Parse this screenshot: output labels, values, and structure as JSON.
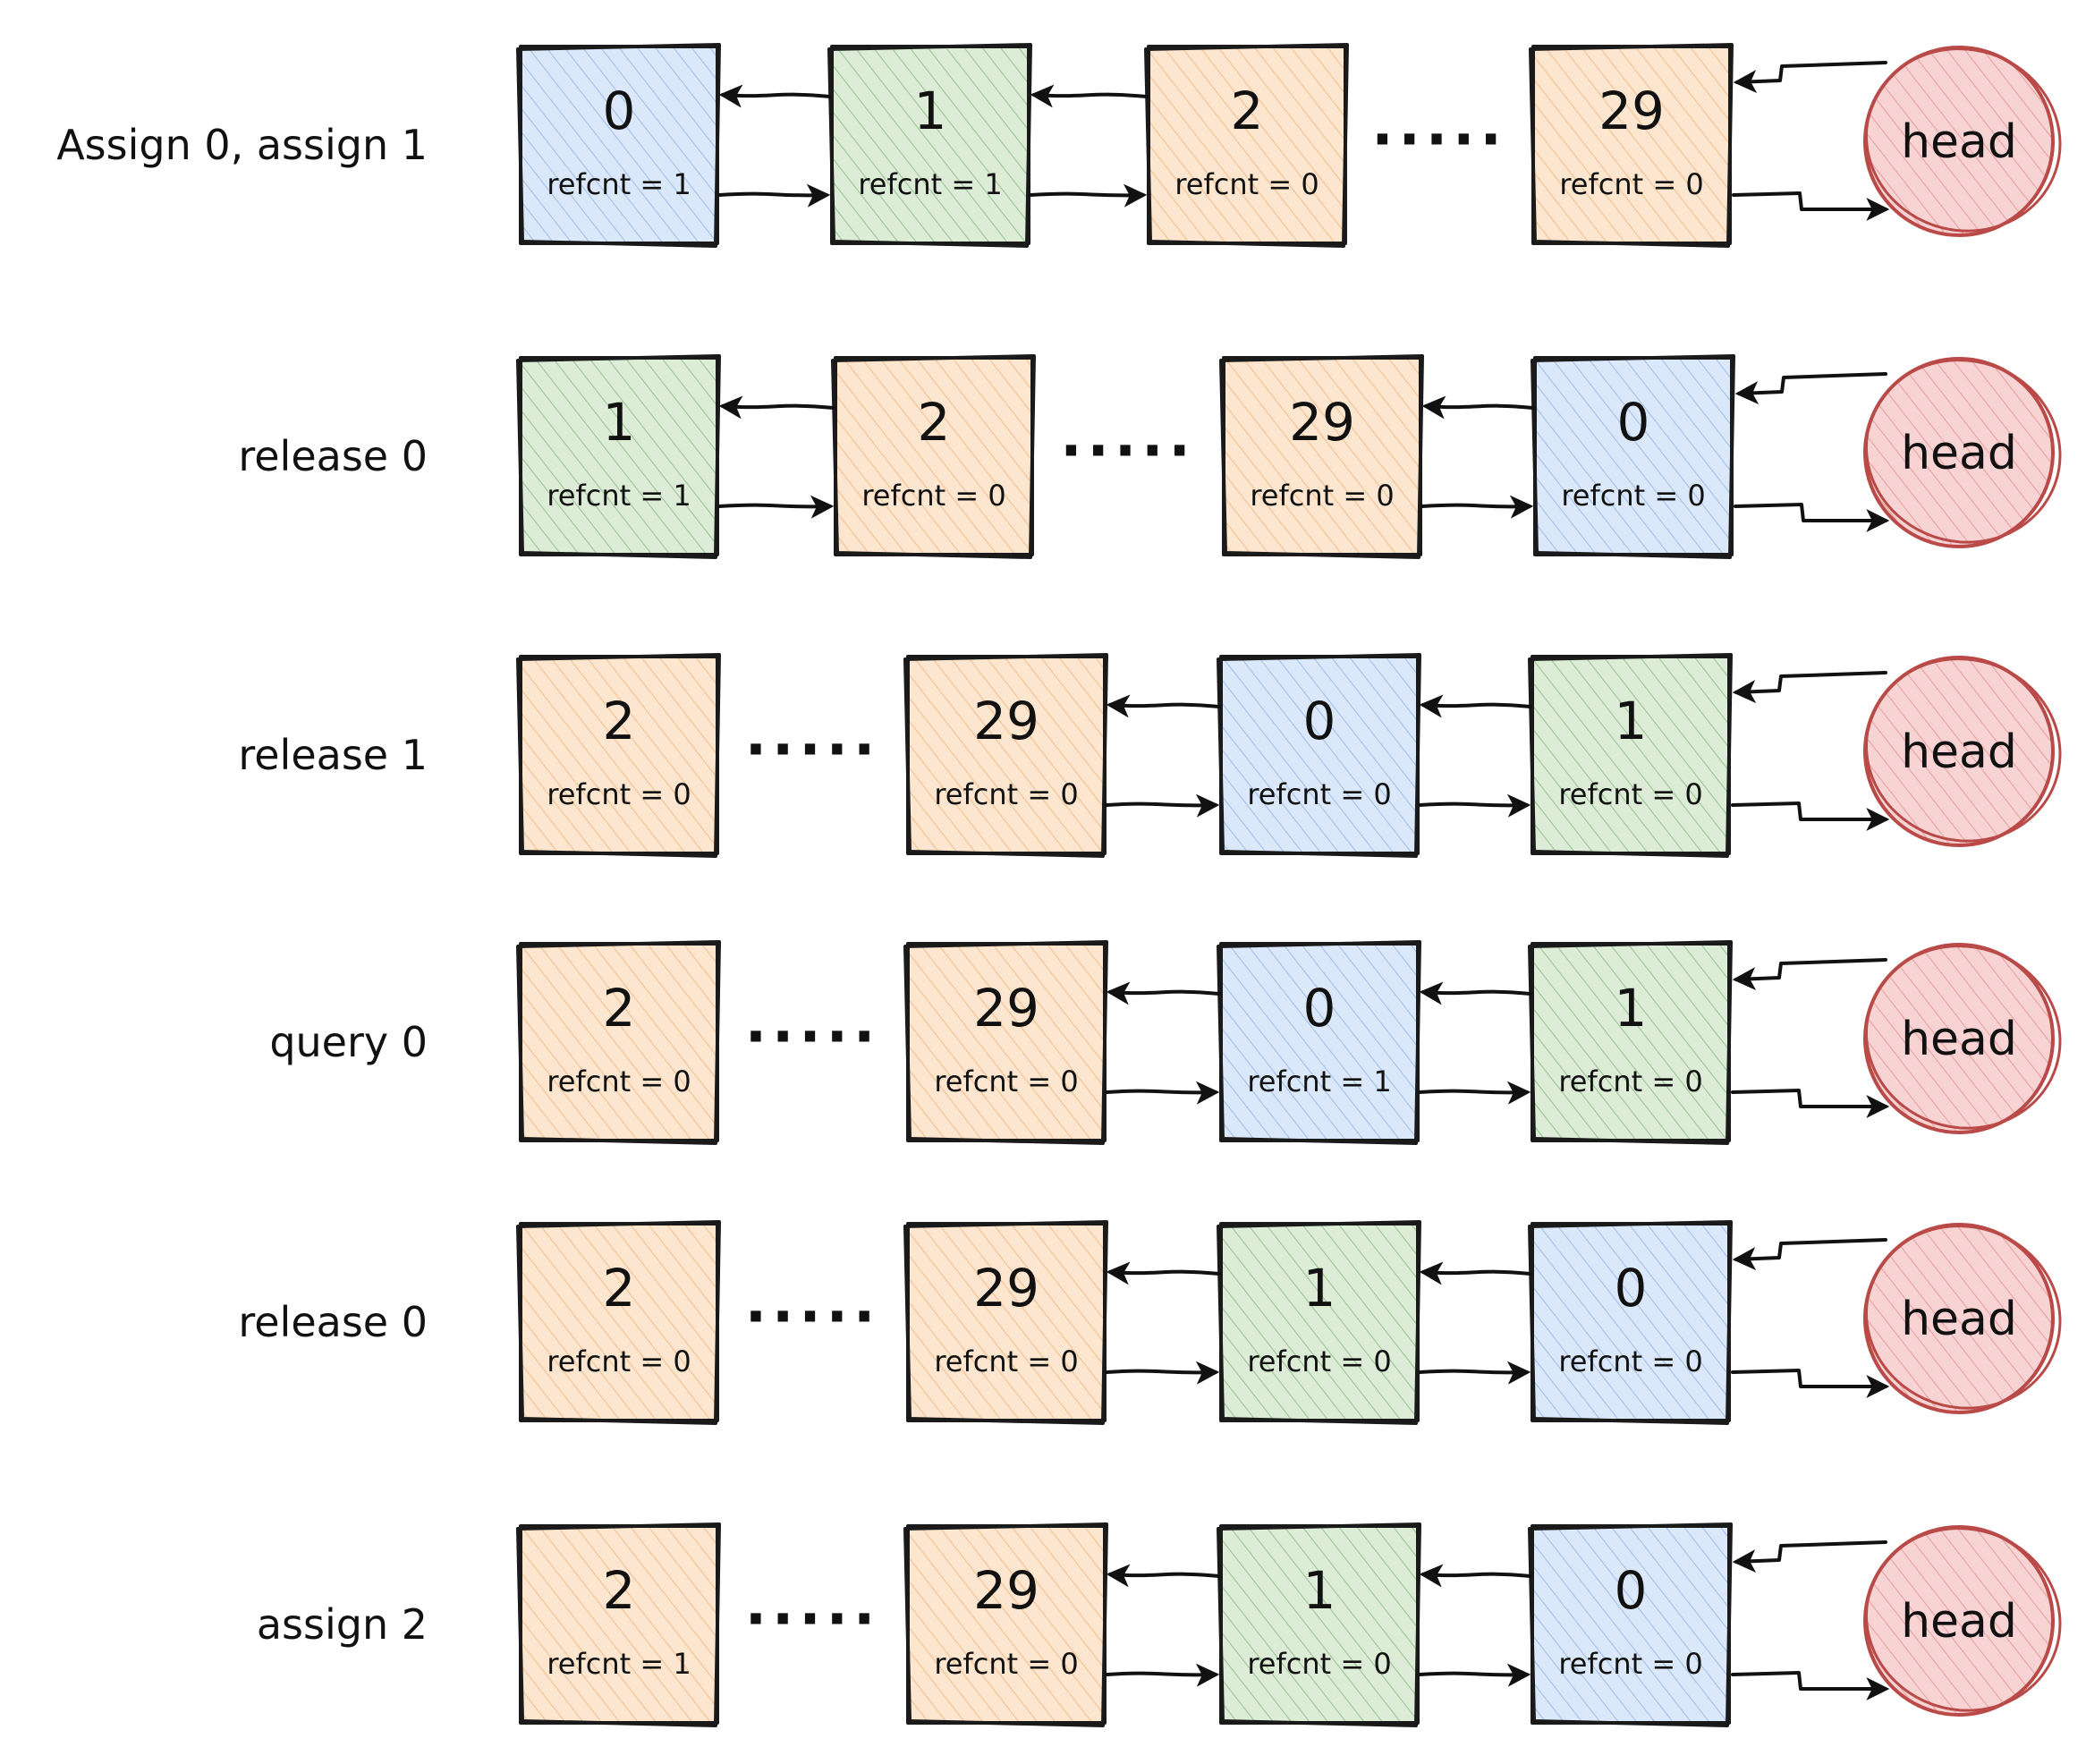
{
  "colors": {
    "blue": "#dbe8f9",
    "blue_hatch": "#8fb2e6",
    "green": "#dcecd6",
    "green_hatch": "#86b880",
    "orange": "#fde6cf",
    "orange_hatch": "#f0b27a",
    "red_fill": "#f7d3d3",
    "red_hatch": "#e58f8f",
    "red_stroke": "#b94a48"
  },
  "head_label": "head",
  "dots_label": "·····",
  "rows": [
    {
      "label": "Assign 0, assign 1",
      "nodes": [
        {
          "id": "0",
          "refcnt": "refcnt = 1",
          "color": "blue"
        },
        {
          "id": "1",
          "refcnt": "refcnt = 1",
          "color": "green"
        },
        {
          "id": "2",
          "refcnt": "refcnt = 0",
          "color": "orange"
        },
        {
          "id": "29",
          "refcnt": "refcnt = 0",
          "color": "orange"
        }
      ],
      "dots_after": 2
    },
    {
      "label": "release 0",
      "nodes": [
        {
          "id": "1",
          "refcnt": "refcnt = 1",
          "color": "green"
        },
        {
          "id": "2",
          "refcnt": "refcnt = 0",
          "color": "orange"
        },
        {
          "id": "29",
          "refcnt": "refcnt = 0",
          "color": "orange"
        },
        {
          "id": "0",
          "refcnt": "refcnt = 0",
          "color": "blue"
        }
      ],
      "dots_after": 1
    },
    {
      "label": "release 1",
      "nodes": [
        {
          "id": "2",
          "refcnt": "refcnt = 0",
          "color": "orange"
        },
        {
          "id": "29",
          "refcnt": "refcnt = 0",
          "color": "orange"
        },
        {
          "id": "0",
          "refcnt": "refcnt = 0",
          "color": "blue"
        },
        {
          "id": "1",
          "refcnt": "refcnt = 0",
          "color": "green"
        }
      ],
      "dots_after": 0
    },
    {
      "label": "query 0",
      "nodes": [
        {
          "id": "2",
          "refcnt": "refcnt = 0",
          "color": "orange"
        },
        {
          "id": "29",
          "refcnt": "refcnt = 0",
          "color": "orange"
        },
        {
          "id": "0",
          "refcnt": "refcnt = 1",
          "color": "blue"
        },
        {
          "id": "1",
          "refcnt": "refcnt = 0",
          "color": "green"
        }
      ],
      "dots_after": 0
    },
    {
      "label": "release 0",
      "nodes": [
        {
          "id": "2",
          "refcnt": "refcnt = 0",
          "color": "orange"
        },
        {
          "id": "29",
          "refcnt": "refcnt = 0",
          "color": "orange"
        },
        {
          "id": "1",
          "refcnt": "refcnt = 0",
          "color": "green"
        },
        {
          "id": "0",
          "refcnt": "refcnt = 0",
          "color": "blue"
        }
      ],
      "dots_after": 0
    },
    {
      "label": "assign 2",
      "nodes": [
        {
          "id": "2",
          "refcnt": "refcnt = 1",
          "color": "orange"
        },
        {
          "id": "29",
          "refcnt": "refcnt = 0",
          "color": "orange"
        },
        {
          "id": "1",
          "refcnt": "refcnt = 0",
          "color": "green"
        },
        {
          "id": "0",
          "refcnt": "refcnt = 0",
          "color": "blue"
        }
      ],
      "dots_after": 0
    }
  ]
}
